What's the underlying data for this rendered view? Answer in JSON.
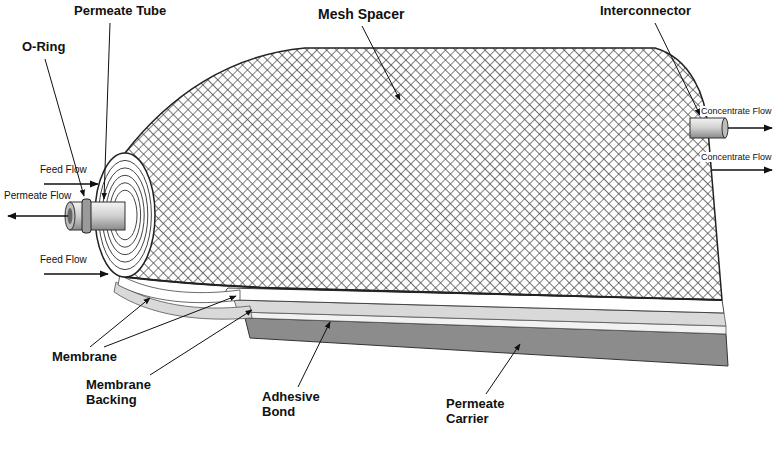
{
  "diagram": {
    "labels": [
      "Mesh Spacer",
      "Permeate Tube",
      "O-Ring",
      "Interconnector",
      "Concentrate Flow",
      "Feed Flow",
      "Concentrate Flow",
      "Permeate Flow",
      "Feed Flow",
      "Membrane",
      "Membrane Backing",
      "Adhesive Bond",
      "Permeate Carrier"
    ]
  }
}
